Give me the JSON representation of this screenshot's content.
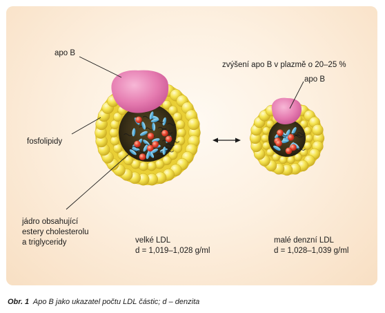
{
  "labels": {
    "apo_b_large": "apo B",
    "increase_note": "zvýšení apo B v plazmě o 20–25 %",
    "apo_b_small": "apo B",
    "phospholipids": "fosfolipidy",
    "core_lines": [
      "jádro obsahující",
      "estery cholesterolu",
      "a triglyceridy"
    ],
    "large_ldl_name": "velké LDL",
    "large_ldl_density": "d = 1,019–1,028 g/ml",
    "small_ldl_name": "malé denzní LDL",
    "small_ldl_density": "d = 1,028–1,039 g/ml"
  },
  "caption": {
    "prefix": "Obr. 1",
    "text": "Apo B jako ukazatel počtu LDL částic; d – denzita"
  },
  "colors": {
    "panel_background": "#fbe9d4",
    "phospholipid_yellow": "#f3e04a",
    "apo_b_pink": "#e87bb0",
    "ester_blue": "#4fb3e0",
    "triglyceride_red": "#e8452e",
    "core_dark": "#2a2414"
  }
}
